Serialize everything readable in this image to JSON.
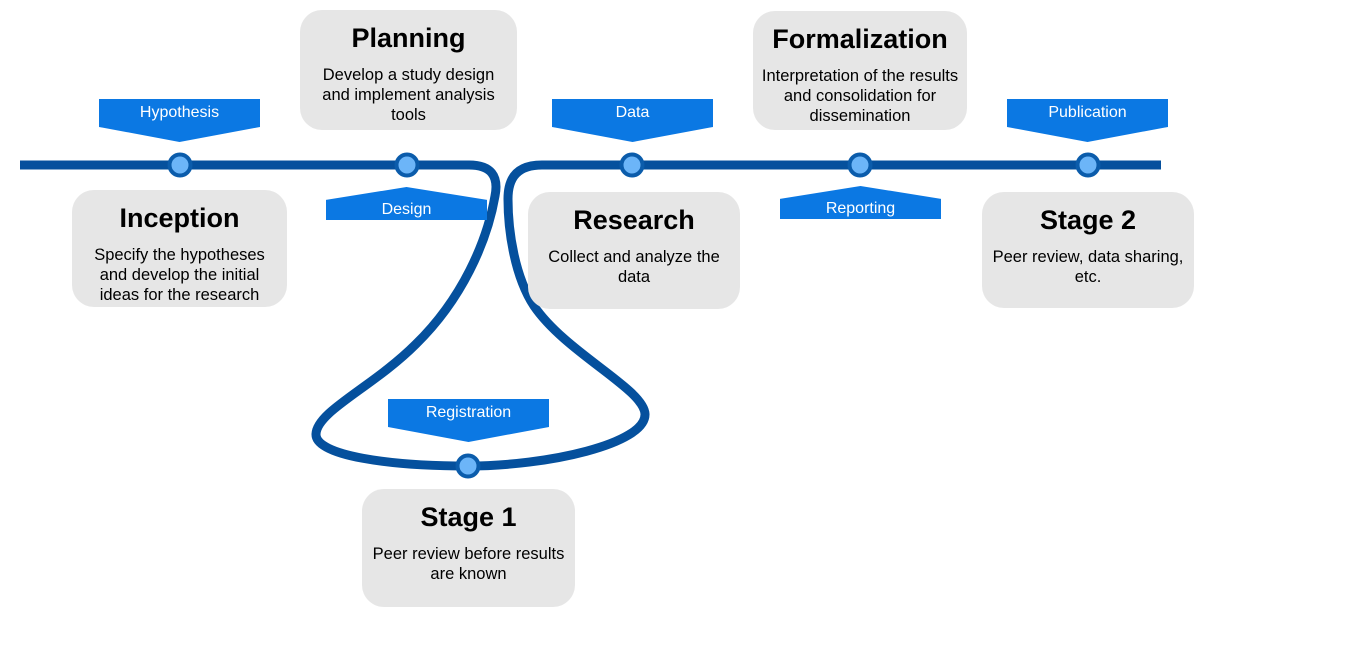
{
  "colors": {
    "timeline": "#05509d",
    "node-fill": "#6cb5f8",
    "node-stroke": "#0b5cab",
    "flag-bg": "#0b78e3",
    "flag-text": "#ffffff",
    "card-bg": "#e6e6e6",
    "card-text": "#000000"
  },
  "flags": [
    {
      "label": "Hypothesis",
      "points": "down"
    },
    {
      "label": "Design",
      "points": "up"
    },
    {
      "label": "Data",
      "points": "down"
    },
    {
      "label": "Reporting",
      "points": "up"
    },
    {
      "label": "Publication",
      "points": "down"
    },
    {
      "label": "Registration",
      "points": "down"
    }
  ],
  "cards": [
    {
      "title": "Planning",
      "body": "Develop a study design and implement analysis tools"
    },
    {
      "title": "Formalization",
      "body": "Interpretation of the results and consolidation for dissemination"
    },
    {
      "title": "Inception",
      "body": "Specify the hypotheses and develop the initial ideas for the research"
    },
    {
      "title": "Research",
      "body": "Collect and analyze the data"
    },
    {
      "title": "Stage 2",
      "body": "Peer review, data sharing, etc."
    },
    {
      "title": "Stage 1",
      "body": "Peer review before results are known"
    }
  ]
}
